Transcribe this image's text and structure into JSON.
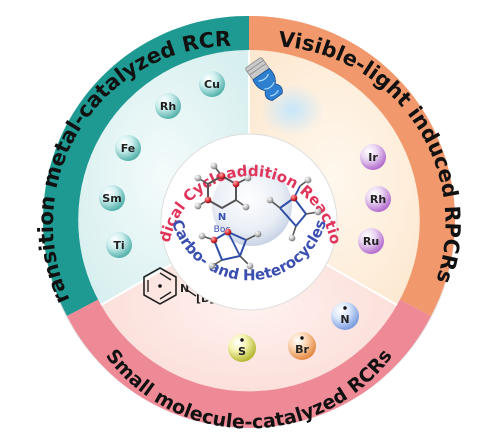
{
  "ring": {
    "top_left": "Transition metal-catalyzed RCRs",
    "top_right": "Visible-light induced RPCRs",
    "bottom": "Small molecule-catalyzed RCRs"
  },
  "center": {
    "upper": "Radical Cycloaddition Reactions",
    "lower": "Carbo- and Heterocycles",
    "boc_n": "N",
    "boc": "Boc"
  },
  "metals_left": [
    "Cu",
    "Rh",
    "Fe",
    "Sm",
    "Ti"
  ],
  "metals_right": [
    "Ir",
    "Rh",
    "Ru"
  ],
  "small_molecules": [
    "S",
    "Br",
    "N"
  ],
  "pyridine_boryl": {
    "n": "N",
    "b": "[B]"
  },
  "colors": {
    "teal": "#1f9a92",
    "orange": "#f1996c",
    "pink": "#ee8a96",
    "red_text": "#e0345a",
    "blue_text": "#3a4fb0"
  }
}
